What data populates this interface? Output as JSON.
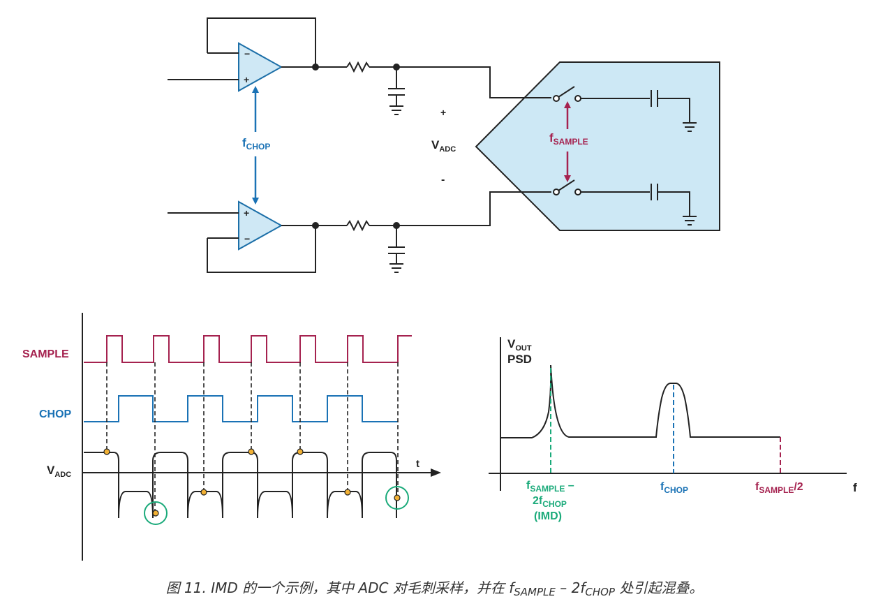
{
  "colors": {
    "wire": "#222222",
    "amp_fill": "#cfe8f5",
    "amp_stroke": "#1c6fa8",
    "adc_fill": "#cde8f5",
    "sample": "#a5224f",
    "chop": "#1a72b5",
    "imd": "#1aaa7a",
    "dot": "#f2b134"
  },
  "circuit": {
    "fchop_label": "f",
    "fchop_sub": "CHOP",
    "fsample_label": "f",
    "fsample_sub": "SAMPLE",
    "vadc_label": "V",
    "vadc_sub": "ADC",
    "plus": "+",
    "minus": "-",
    "opamp_plus": "+",
    "opamp_minus": "−"
  },
  "timing": {
    "sample_label": "SAMPLE",
    "chop_label": "CHOP",
    "vadc_label": "V",
    "vadc_sub": "ADC",
    "t_label": "t"
  },
  "psd": {
    "y_label_v": "V",
    "y_label_v_sub": "OUT",
    "y_label_psd": "PSD",
    "x_label": "f",
    "imd_f": "f",
    "imd_sub": "SAMPLE",
    "imd_tail": " –",
    "imd_line2_pre": "2f",
    "imd_line2_sub": "CHOP",
    "imd_line3": "(IMD)",
    "chop_f": "f",
    "chop_sub": "CHOP",
    "nyq_f": "f",
    "nyq_sub": "SAMPLE",
    "nyq_tail": "/2"
  },
  "caption": {
    "pre": "图 11. IMD 的一个示例，其中 ADC 对毛刺采样，并在 f",
    "sub1": "SAMPLE",
    "mid": " – 2f",
    "sub2": "CHOP",
    "post": " 处引起混叠。"
  }
}
